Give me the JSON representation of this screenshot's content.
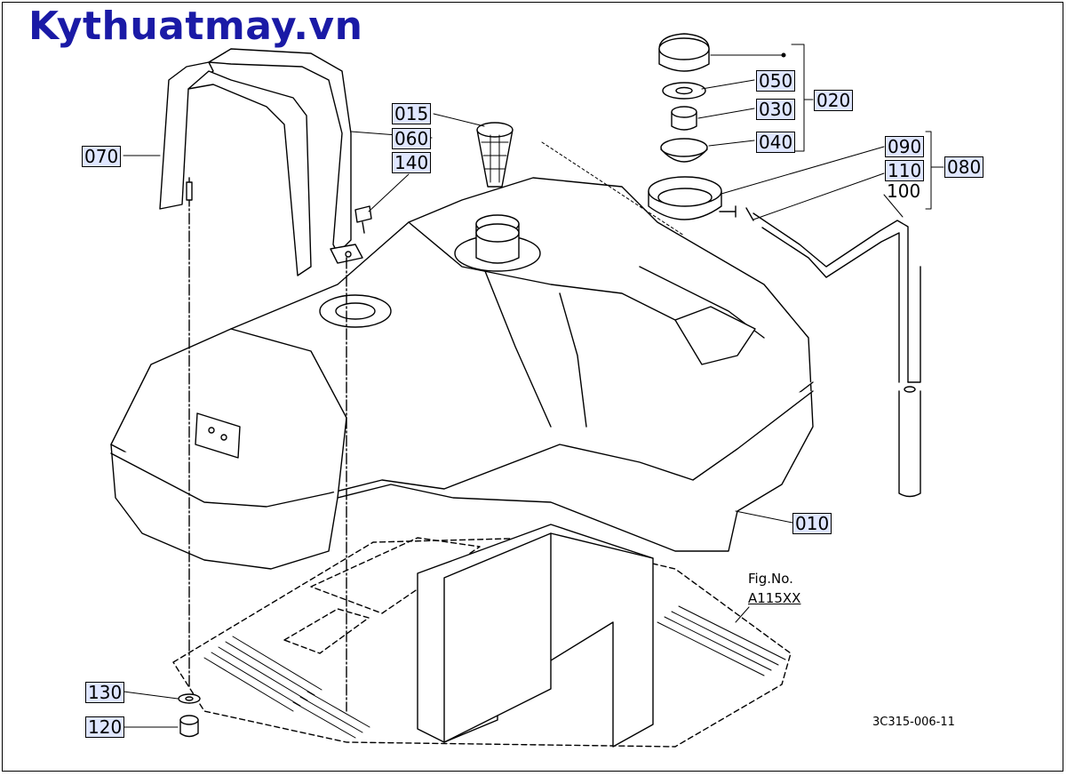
{
  "watermark": "Kythuatmay.vn",
  "figure": {
    "label_line1": "Fig.No.",
    "label_line2": "A115XX",
    "drawing_number": "3C315-006-11"
  },
  "callouts": {
    "p015": "015",
    "p060": "060",
    "p140": "140",
    "p070": "070",
    "p050": "050",
    "p030": "030",
    "p040": "040",
    "p020": "020",
    "p090": "090",
    "p110": "110",
    "p100": "100",
    "p080": "080",
    "p010": "010",
    "p130": "130",
    "p120": "120"
  },
  "colors": {
    "watermark": "#1a1aa6",
    "label_box": "#dfe6ff",
    "line": "#000000"
  }
}
